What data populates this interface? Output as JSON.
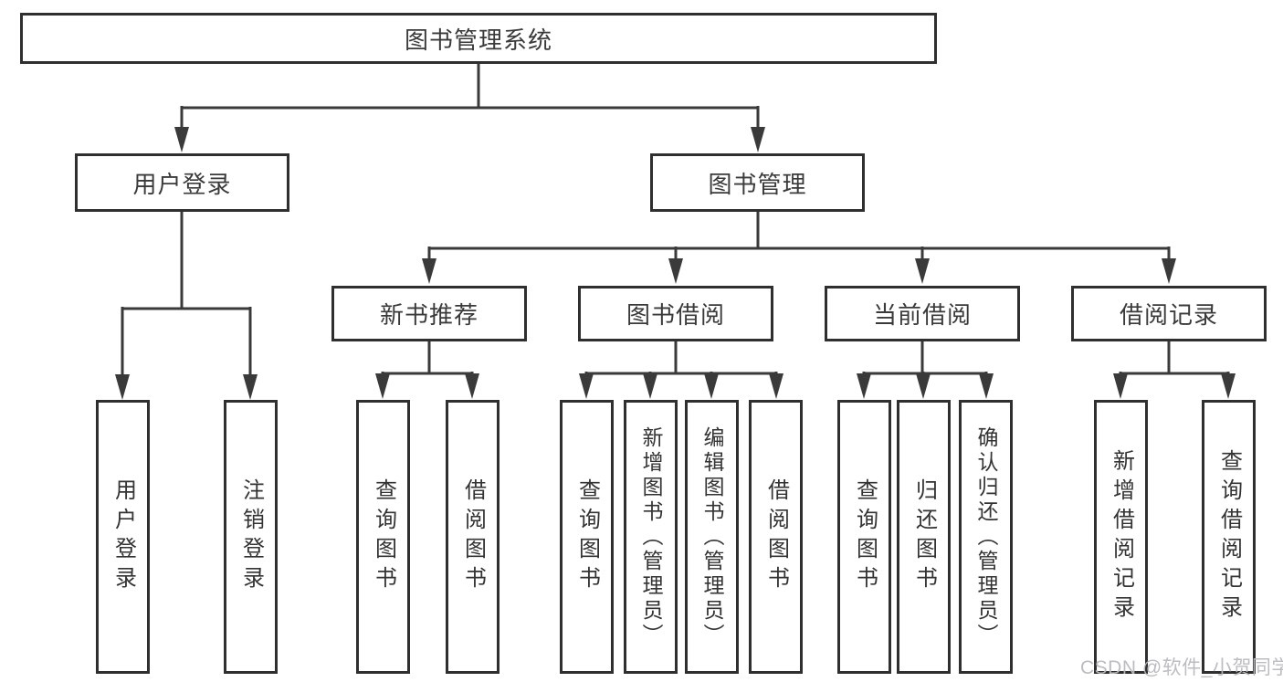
{
  "diagram": {
    "title": "图书管理系统",
    "modules": [
      {
        "label": "用户登录",
        "functions": [
          "用户登录",
          "注销登录"
        ]
      },
      {
        "label": "图书管理",
        "submodules": [
          {
            "label": "新书推荐",
            "functions": [
              "查询图书",
              "借阅图书"
            ]
          },
          {
            "label": "图书借阅",
            "functions": [
              "查询图书",
              "新增图书（管理员）",
              "编辑图书（管理员）",
              "借阅图书"
            ]
          },
          {
            "label": "当前借阅",
            "functions": [
              "查询图书",
              "归还图书",
              "确认归还（管理员）"
            ]
          },
          {
            "label": "借阅记录",
            "functions": [
              "新增借阅记录",
              "查询借阅记录"
            ]
          }
        ]
      }
    ]
  },
  "watermark": "CSDN @软件_小贺同学",
  "colors": {
    "box_border": "#2f2f2f",
    "connector_line": "#3a3a3a",
    "text": "#333333",
    "watermark_text": "#b8b8be",
    "background": "#ffffff"
  }
}
